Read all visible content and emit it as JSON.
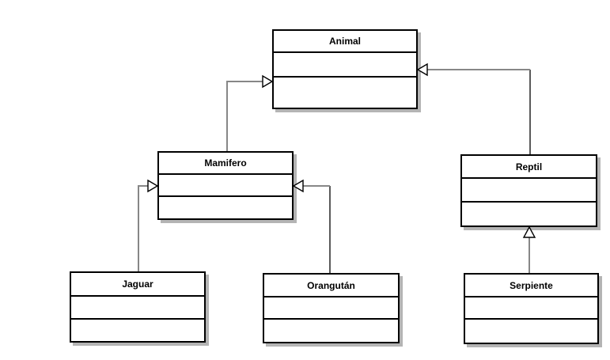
{
  "diagram": {
    "kind": "uml-class-diagram",
    "classes": [
      {
        "id": "animal",
        "name": "Animal",
        "attributes": [],
        "methods": []
      },
      {
        "id": "mamifero",
        "name": "Mamifero",
        "attributes": [],
        "methods": []
      },
      {
        "id": "reptil",
        "name": "Reptil",
        "attributes": [],
        "methods": []
      },
      {
        "id": "jaguar",
        "name": "Jaguar",
        "attributes": [],
        "methods": []
      },
      {
        "id": "orangutan",
        "name": "Orangután",
        "attributes": [],
        "methods": []
      },
      {
        "id": "serpiente",
        "name": "Serpiente",
        "attributes": [],
        "methods": []
      }
    ],
    "relations": [
      {
        "from": "Mamifero",
        "to": "Animal",
        "type": "generalization"
      },
      {
        "from": "Reptil",
        "to": "Animal",
        "type": "generalization"
      },
      {
        "from": "Jaguar",
        "to": "Mamifero",
        "type": "generalization"
      },
      {
        "from": "Orangután",
        "to": "Mamifero",
        "type": "generalization"
      },
      {
        "from": "Serpiente",
        "to": "Reptil",
        "type": "generalization"
      }
    ],
    "colors": {
      "background": "#ffffff",
      "box_fill": "#ffffff",
      "box_border": "#000000",
      "box_shadow": "#b4b4b4",
      "edge_gray": "#878787",
      "edge_black": "#000000",
      "arrowhead_fill": "#ffffff",
      "title_text": "#000000"
    }
  }
}
